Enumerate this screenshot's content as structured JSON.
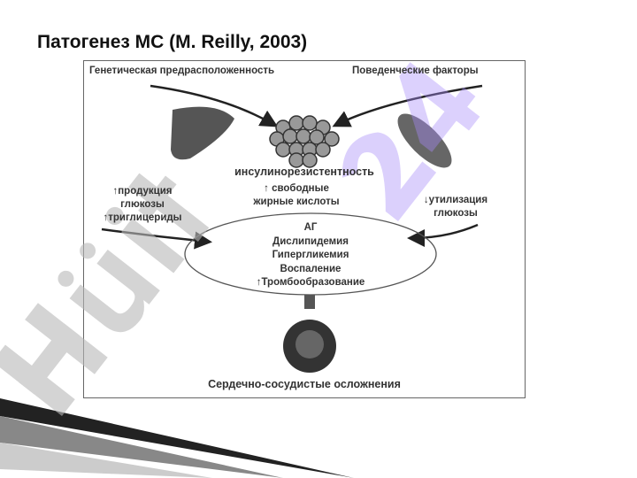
{
  "slide": {
    "title": "Патогенез МС (M. Reilly, 2003)"
  },
  "diagram": {
    "genetic": "Генетическая предрасположенность",
    "behavior": "Поведенческие факторы",
    "insulin_resistance": "инсулинорезистентность",
    "ffa_1": "↑ свободные",
    "ffa_2": "жирные кислоты",
    "liver_1": "↑продукция",
    "liver_2": "глюкозы",
    "liver_3": "↑триглицериды",
    "muscle_1": "↓утилизация",
    "muscle_2": "глюкозы",
    "ellipse": [
      "АГ",
      "Дислипидемия",
      "Гипергликемия",
      "Воспаление",
      "↑Тромбообразование"
    ],
    "outcome": "Сердечно-сосудистые осложнения"
  },
  "watermark": "Huint24"
}
